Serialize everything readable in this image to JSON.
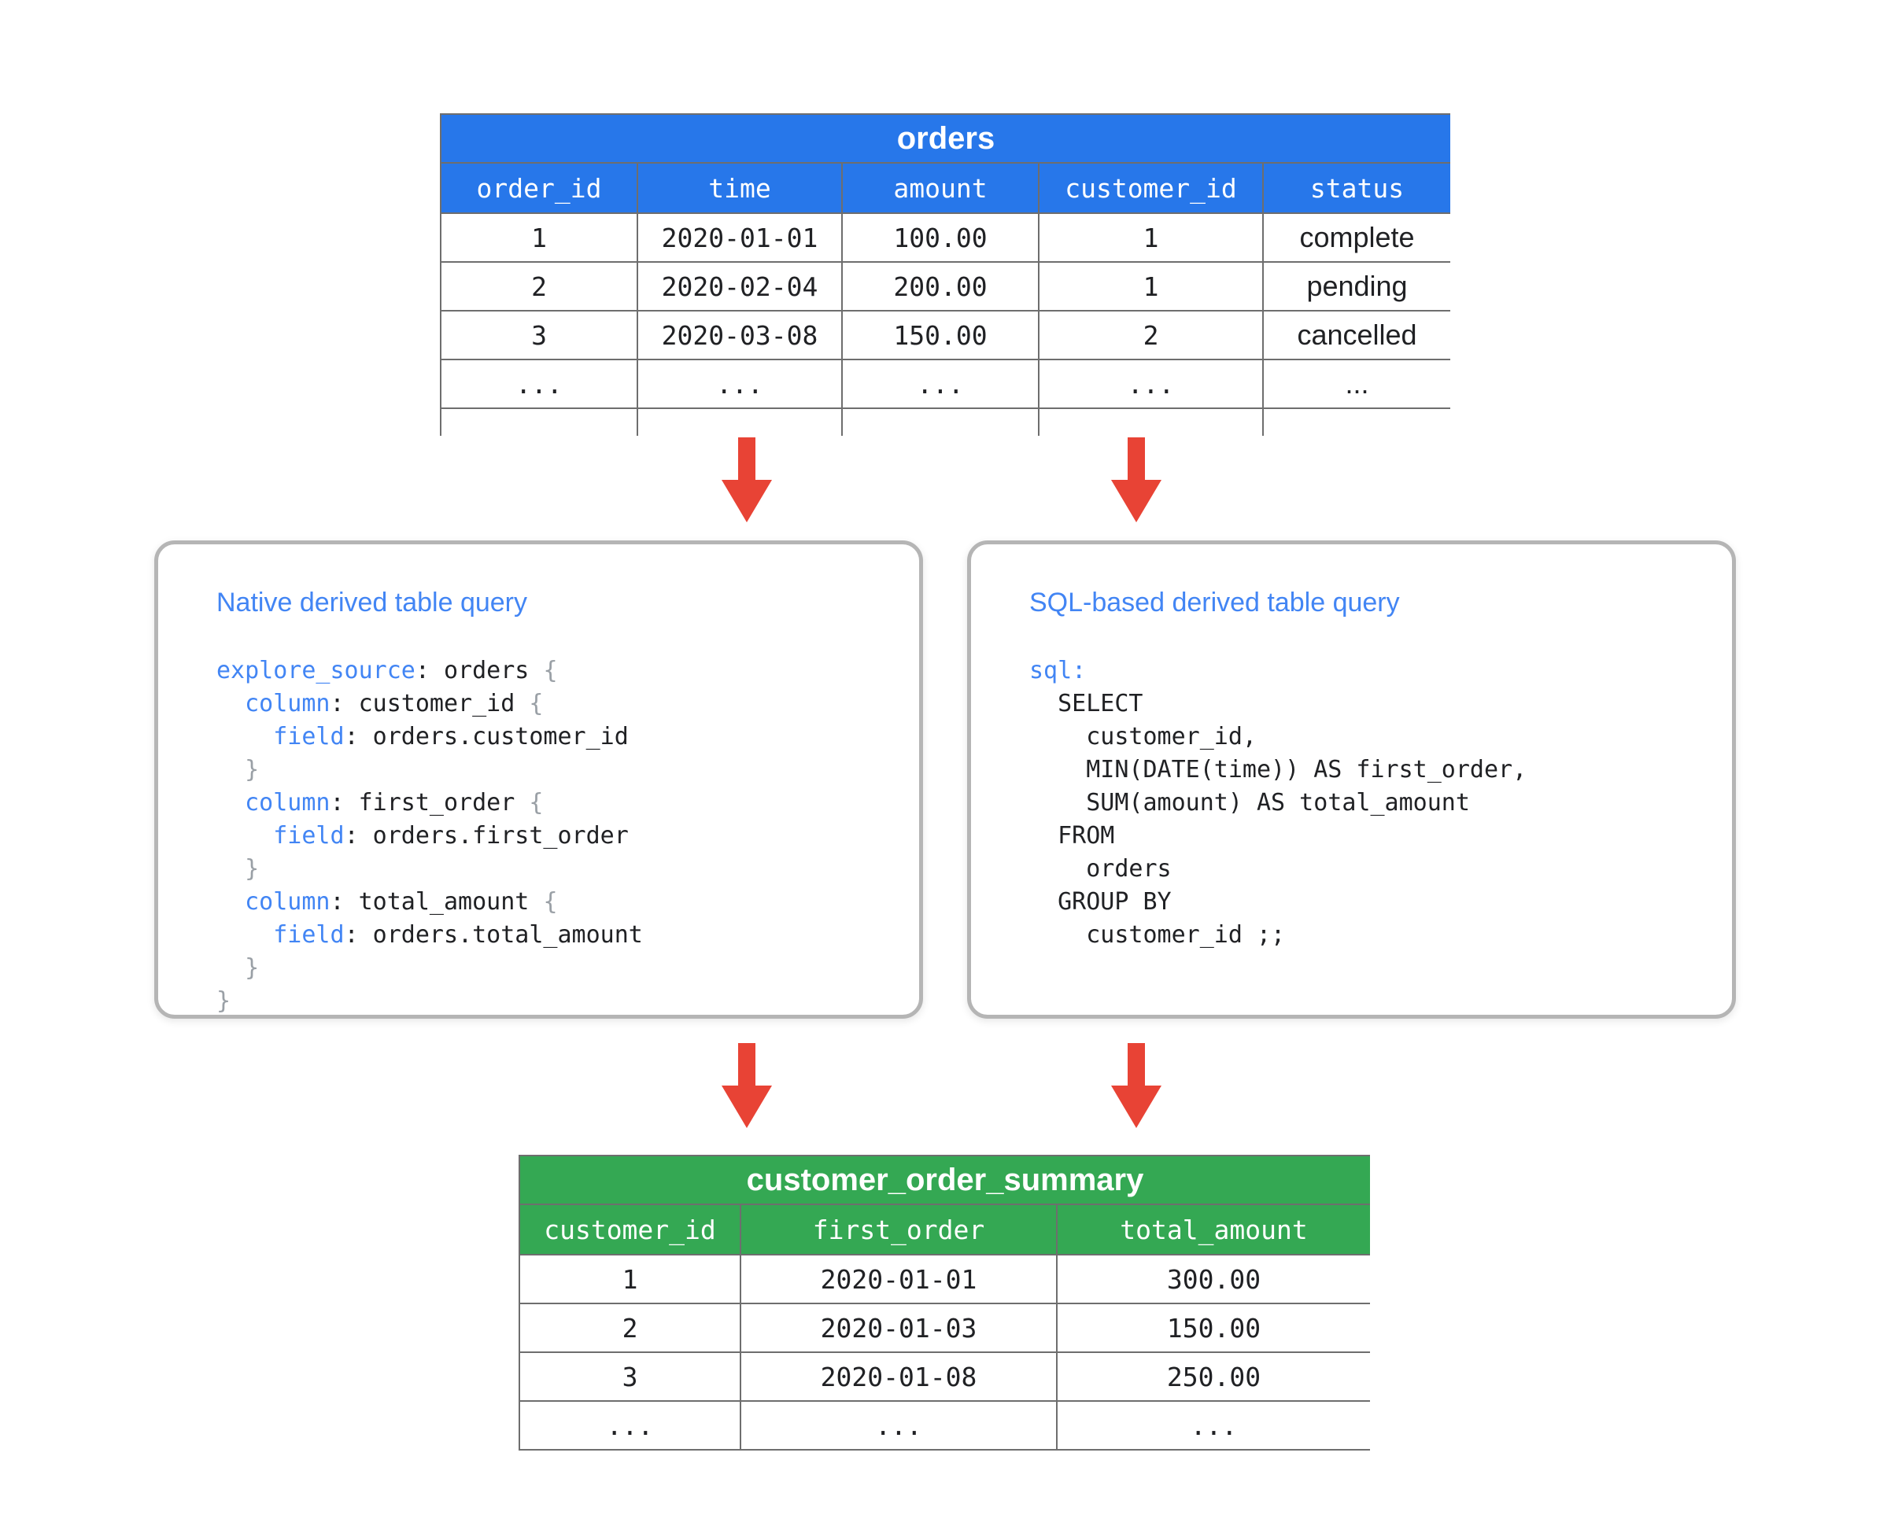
{
  "diagram": {
    "orders_table": {
      "title": "orders",
      "columns": [
        "order_id",
        "time",
        "amount",
        "customer_id",
        "status"
      ],
      "rows": [
        [
          "1",
          "2020-01-01",
          "100.00",
          "1",
          "complete"
        ],
        [
          "2",
          "2020-02-04",
          "200.00",
          "1",
          "pending"
        ],
        [
          "3",
          "2020-03-08",
          "150.00",
          "2",
          "cancelled"
        ],
        [
          "...",
          "...",
          "...",
          "...",
          "..."
        ]
      ]
    },
    "native_query_box": {
      "title": "Native derived table query",
      "code": [
        [
          [
            "kw",
            "explore_source"
          ],
          [
            "pl",
            ": orders "
          ],
          [
            "br",
            "{"
          ]
        ],
        [
          [
            "pl",
            "  "
          ],
          [
            "kw",
            "column"
          ],
          [
            "pl",
            ": customer_id "
          ],
          [
            "br",
            "{"
          ]
        ],
        [
          [
            "pl",
            "    "
          ],
          [
            "kw",
            "field"
          ],
          [
            "pl",
            ": orders.customer_id"
          ]
        ],
        [
          [
            "pl",
            "  "
          ],
          [
            "br",
            "}"
          ]
        ],
        [
          [
            "pl",
            "  "
          ],
          [
            "kw",
            "column"
          ],
          [
            "pl",
            ": first_order "
          ],
          [
            "br",
            "{"
          ]
        ],
        [
          [
            "pl",
            "    "
          ],
          [
            "kw",
            "field"
          ],
          [
            "pl",
            ": orders.first_order"
          ]
        ],
        [
          [
            "pl",
            "  "
          ],
          [
            "br",
            "}"
          ]
        ],
        [
          [
            "pl",
            "  "
          ],
          [
            "kw",
            "column"
          ],
          [
            "pl",
            ": total_amount "
          ],
          [
            "br",
            "{"
          ]
        ],
        [
          [
            "pl",
            "    "
          ],
          [
            "kw",
            "field"
          ],
          [
            "pl",
            ": orders.total_amount"
          ]
        ],
        [
          [
            "pl",
            "  "
          ],
          [
            "br",
            "}"
          ]
        ],
        [
          [
            "br",
            "}"
          ]
        ]
      ]
    },
    "sql_query_box": {
      "title": "SQL-based derived table query",
      "code": [
        [
          [
            "kw",
            "sql:"
          ]
        ],
        [
          [
            "pl",
            "  SELECT"
          ]
        ],
        [
          [
            "pl",
            "    customer_id,"
          ]
        ],
        [
          [
            "pl",
            "    MIN(DATE(time)) AS first_order,"
          ]
        ],
        [
          [
            "pl",
            "    SUM(amount) AS total_amount"
          ]
        ],
        [
          [
            "pl",
            "  FROM"
          ]
        ],
        [
          [
            "pl",
            "    orders"
          ]
        ],
        [
          [
            "pl",
            "  GROUP BY"
          ]
        ],
        [
          [
            "pl",
            "    customer_id ;;"
          ]
        ]
      ]
    },
    "summary_table": {
      "title": "customer_order_summary",
      "columns": [
        "customer_id",
        "first_order",
        "total_amount"
      ],
      "rows": [
        [
          "1",
          "2020-01-01",
          "300.00"
        ],
        [
          "2",
          "2020-01-03",
          "150.00"
        ],
        [
          "3",
          "2020-01-08",
          "250.00"
        ],
        [
          "...",
          "...",
          "..."
        ]
      ]
    },
    "colors": {
      "orders_header_blue": "#2777ea",
      "summary_header_green": "#34a853",
      "arrow_red": "#e84335",
      "code_keyword_blue": "#4285f4",
      "box_title_blue": "#4285f4",
      "brace_gray": "#9aa0a6",
      "table_border_gray": "#6e6e6e",
      "box_border_gray": "#b5b5b5"
    }
  }
}
